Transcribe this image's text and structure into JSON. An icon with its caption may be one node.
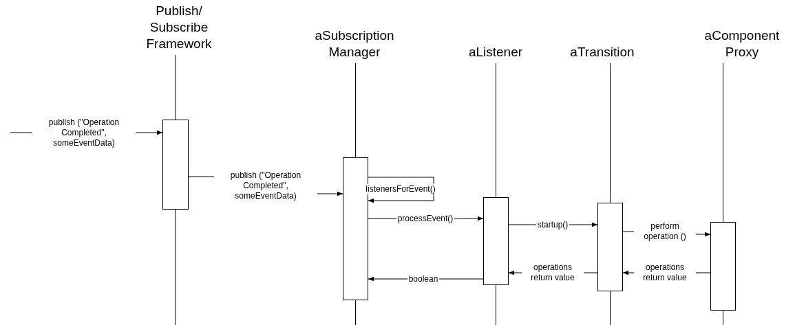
{
  "diagram": {
    "nodes": [
      {
        "text": [
          "Publish/ Subscribe Framework"
        ]
      },
      {
        "text": [
          "aSubscription Manager"
        ]
      },
      {
        "text": [
          "aListener"
        ]
      },
      {
        "text": [
          "aTransition"
        ]
      },
      {
        "text": [
          "aComponent Proxy"
        ]
      },
      {
        "text": [],
        "shape": "box"
      },
      {
        "text": [],
        "shape": "box"
      },
      {
        "text": [],
        "shape": "box"
      },
      {
        "text": [],
        "shape": "box"
      },
      {
        "text": [],
        "shape": "box"
      }
    ],
    "edges": [
      {
        "from": null,
        "to": 5,
        "arrow": "to",
        "label": "publish (\"Operation Completed\", someEventData)"
      },
      {
        "from": 5,
        "to": 6,
        "arrow": "to",
        "label": "publish (\"Operation Completed\", someEventData)"
      },
      {
        "from": 6,
        "to": 6,
        "arrow": "to",
        "label": "listenersForEvent()"
      },
      {
        "from": 6,
        "to": 7,
        "arrow": "to",
        "label": "processEvent()"
      },
      {
        "from": 7,
        "to": 8,
        "arrow": "to",
        "label": "startup()"
      },
      {
        "from": 8,
        "to": 9,
        "arrow": "to",
        "label": "perform operation ()"
      },
      {
        "from": 9,
        "to": 8,
        "arrow": "to",
        "label": "operations return value"
      },
      {
        "from": 8,
        "to": 7,
        "arrow": "to",
        "label": "operations return value"
      },
      {
        "from": 7,
        "to": 6,
        "arrow": "to",
        "label": "boolean"
      },
      {
        "from": 0,
        "to": 5,
        "arrow": "none"
      },
      {
        "from": 1,
        "to": 6,
        "arrow": "none"
      },
      {
        "from": 2,
        "to": 7,
        "arrow": "none"
      },
      {
        "from": 3,
        "to": 8,
        "arrow": "none"
      },
      {
        "from": 4,
        "to": 9,
        "arrow": "none"
      }
    ]
  }
}
